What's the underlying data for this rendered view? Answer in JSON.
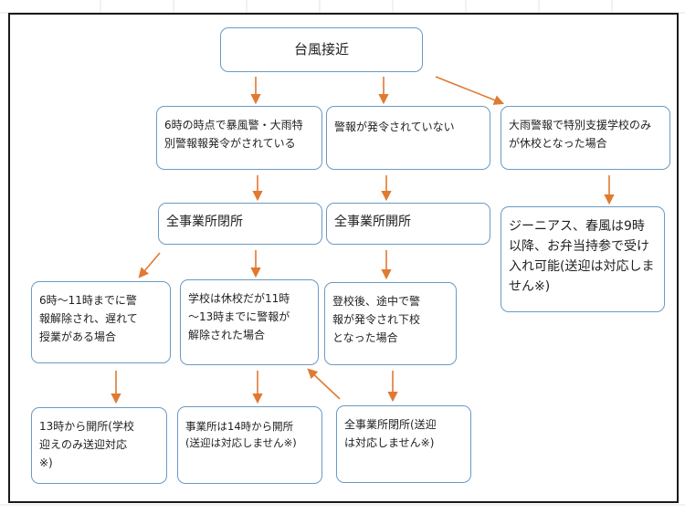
{
  "nodes": {
    "title": "台風接近",
    "c1_l1": "6時の時点で暴風警・大雨特\n別警報報発令がされている",
    "c2_l1": "警報が発令されていない",
    "c3_l1": "大雨警報で特別支援学校のみ\nが休校となった場合",
    "c1_l2": "全事業所閉所",
    "c2_l2": "全事業所開所",
    "c3_l2": "ジーニアス、春風は9時\n以降、お弁当持参で受け\n入れ可能(送迎は対応しま\nせん※)",
    "a_l3": "6時～11時までに警\n報解除され、遅れて\n授業がある場合",
    "b_l3": "学校は休校だが11時\n～13時までに警報が\n解除された場合",
    "c_l3": "登校後、途中で警\n報が発令され下校\nとなった場合",
    "a_l4": "13時から開所(学校\n迎えのみ送迎対応\n※)",
    "b_l4": "事業所は14時から開所\n(送迎は対応しません※)",
    "c_l4": "全事業所閉所(送迎\nは対応しません※)"
  },
  "colors": {
    "box_border": "#6a9ac4",
    "arrow": "#e07a32",
    "frame": "#1a1a1a"
  }
}
